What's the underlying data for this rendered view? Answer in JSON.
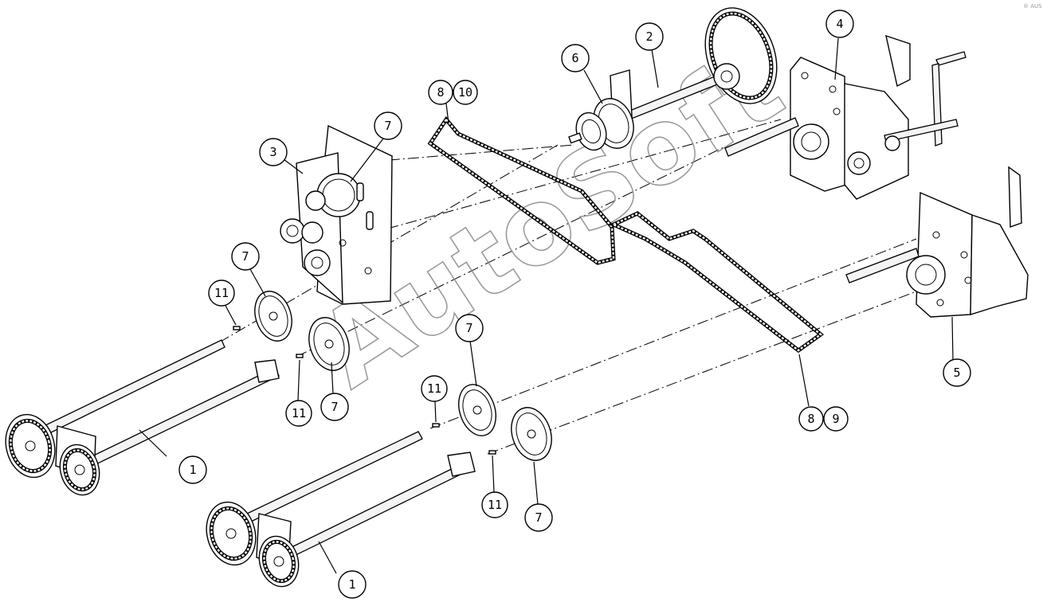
{
  "watermark": "AutoSoft",
  "corner_mark": "® AUS",
  "callouts": [
    "1",
    "1",
    "2",
    "3",
    "4",
    "5",
    "6",
    "7",
    "7",
    "7",
    "7",
    "7",
    "8",
    "10",
    "8",
    "9",
    "11",
    "11",
    "11",
    "11"
  ]
}
